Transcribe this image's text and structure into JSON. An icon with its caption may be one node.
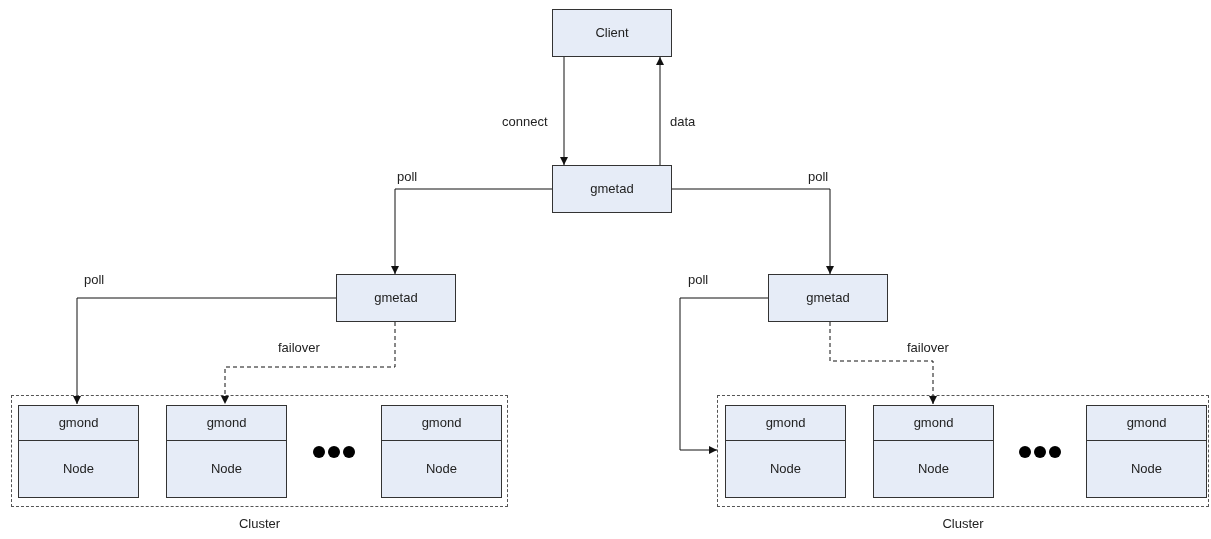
{
  "diagram": {
    "nodes": [
      {
        "text": [
          "Client"
        ]
      },
      {
        "text": [
          "gmetad"
        ]
      },
      {
        "text": [
          "gmetad"
        ]
      },
      {
        "text": [
          "gmetad"
        ]
      },
      {
        "text": [
          "Cluster"
        ]
      },
      {
        "text": [
          "gmond",
          "Node"
        ],
        "in": 4
      },
      {
        "text": [
          "gmond",
          "Node"
        ],
        "in": 4
      },
      {
        "text": [
          "gmond",
          "Node"
        ],
        "in": 4
      },
      {
        "text": [
          "Cluster"
        ]
      },
      {
        "text": [
          "gmond",
          "Node"
        ],
        "in": 8
      },
      {
        "text": [
          "gmond",
          "Node"
        ],
        "in": 8
      },
      {
        "text": [
          "gmond",
          "Node"
        ],
        "in": 8
      }
    ],
    "edges": [
      {
        "from": 0,
        "to": 1,
        "arrow": "to",
        "label": "connect"
      },
      {
        "from": 1,
        "to": 0,
        "arrow": "to",
        "label": "data"
      },
      {
        "from": 1,
        "to": 2,
        "arrow": "to",
        "label": "poll"
      },
      {
        "from": 1,
        "to": 3,
        "arrow": "to",
        "label": "poll"
      },
      {
        "from": 2,
        "to": 5,
        "arrow": "to",
        "label": "poll"
      },
      {
        "from": 2,
        "to": 6,
        "arrow": "to",
        "label": "failover",
        "style": "dashed"
      },
      {
        "from": 3,
        "to": 8,
        "arrow": "to",
        "label": "poll"
      },
      {
        "from": 3,
        "to": 10,
        "arrow": "to",
        "label": "failover",
        "style": "dashed"
      }
    ]
  }
}
